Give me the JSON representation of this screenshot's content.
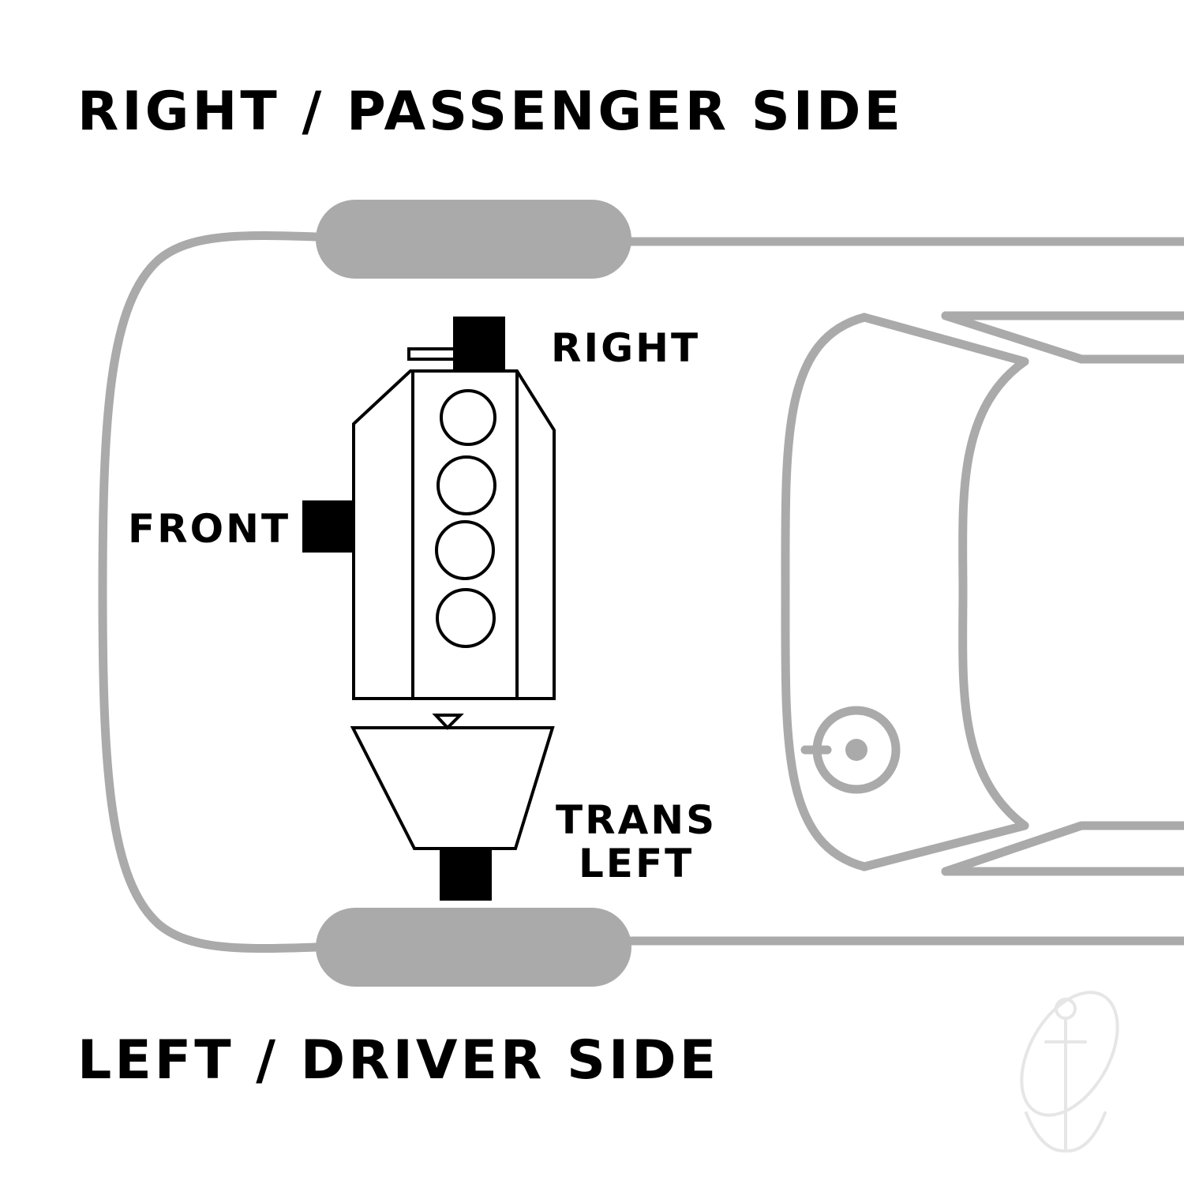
{
  "labels": {
    "top_side": "RIGHT / PASSENGER SIDE",
    "bottom_side": "LEFT / DRIVER SIDE",
    "mount_right": "RIGHT",
    "mount_front": "FRONT",
    "mount_trans_line1": "TRANS",
    "mount_trans_line2": "LEFT"
  },
  "colors": {
    "outline": "#aaaaaa",
    "tire": "#aaaaaa",
    "engine_line": "#000000",
    "mount": "#000000",
    "background": "#ffffff"
  },
  "icons": {
    "watermark": "anchor-logo-icon"
  },
  "engine": {
    "cylinder_count": 4
  }
}
